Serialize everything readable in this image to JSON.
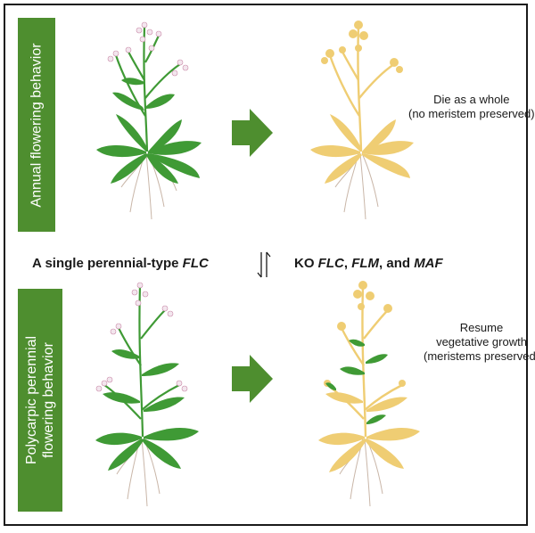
{
  "panels": {
    "annual": {
      "label": "Annual flowering behavior",
      "note_line1": "Die as a whole",
      "note_line2": "(no meristem preserved)"
    },
    "perennial": {
      "label_line1": "Polycarpic perennial",
      "label_line2": "flowering behavior",
      "note_line1": "Resume",
      "note_line2": "vegetative growth",
      "note_line3": "(meristems preserved)"
    }
  },
  "middle": {
    "left_text_plain": "A single perennial-type ",
    "left_text_gene": "FLC",
    "right_ko": "KO ",
    "right_gene1": "FLC",
    "right_sep1": ", ",
    "right_gene2": "FLM",
    "right_sep2": ", and ",
    "right_gene3": "MAF"
  },
  "colors": {
    "label_green": "#4e8e2f",
    "plant_green": "#3f9a35",
    "plant_dark_green": "#2f7d2a",
    "senesced_yellow": "#efcd73",
    "arrow_green": "#4e8e2f",
    "root": "#c9b6a8"
  },
  "icons": [
    "right-arrow-icon",
    "equilibrium-arrows-icon",
    "flower-icon"
  ]
}
